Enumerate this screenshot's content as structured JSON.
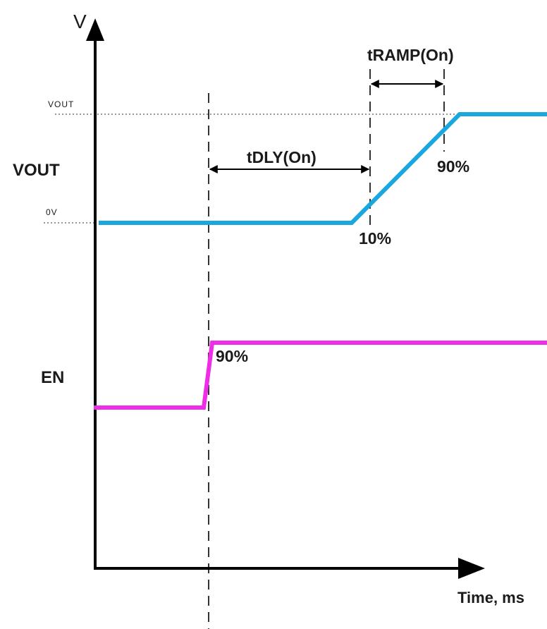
{
  "axes": {
    "y_label": "V",
    "x_label": "Time, ms"
  },
  "levels": {
    "vout_level_label": "VOUT",
    "zero_level_label": "0V"
  },
  "signals": {
    "vout": {
      "label": "VOUT",
      "color": "#1aa7de"
    },
    "en": {
      "label": "EN",
      "color": "#ee2ee6"
    }
  },
  "annotations": {
    "tdly": "tDLY(On)",
    "tramp": "tRAMP(On)",
    "vout_10": "10%",
    "vout_90": "90%",
    "en_90": "90%"
  }
}
